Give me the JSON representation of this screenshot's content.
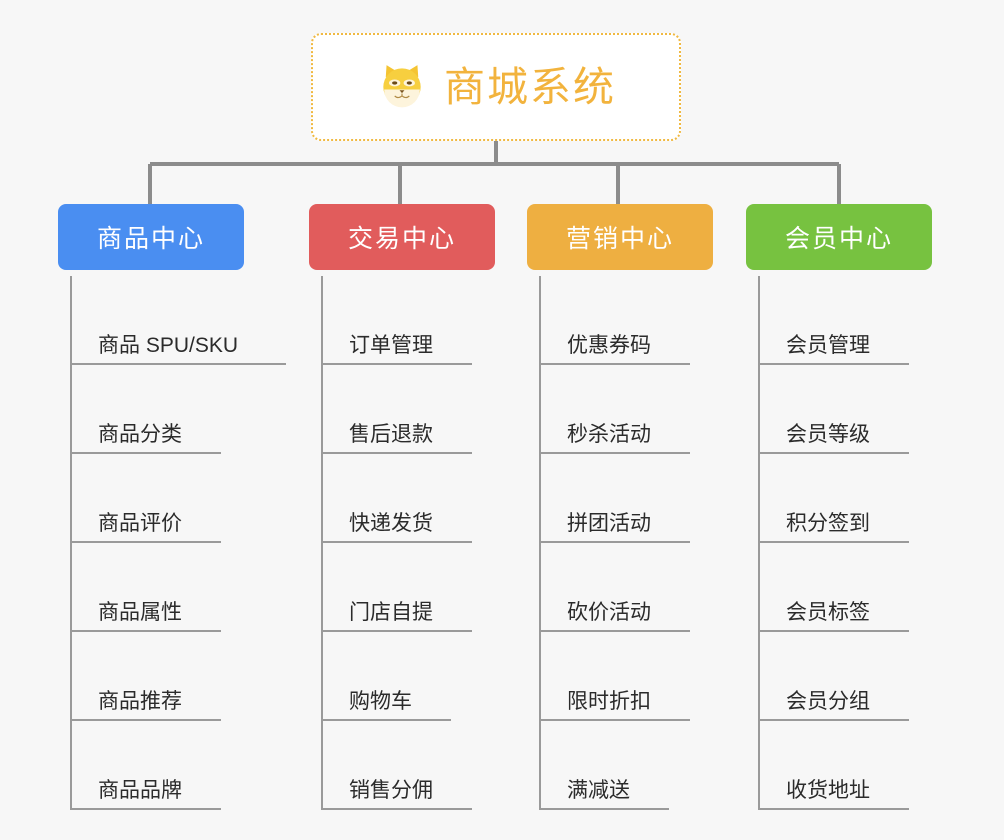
{
  "diagram": {
    "type": "mind-map",
    "background_color": "#f7f7f7",
    "root": {
      "title": "商城系统",
      "icon": "shiba-dog-face-icon",
      "border_color": "#f0b942",
      "text_color": "#f2b33d",
      "background_color": "#ffffff"
    },
    "connector_color": "#8c8c8c",
    "leaf_line_color": "#9a9a9a",
    "leaf_text_color": "#2b2b2b",
    "branches": [
      {
        "label": "商品中心",
        "color": "#4a8ef1",
        "items": [
          "商品 SPU/SKU",
          "商品分类",
          "商品评价",
          "商品属性",
          "商品推荐",
          "商品品牌"
        ]
      },
      {
        "label": "交易中心",
        "color": "#e15c5c",
        "items": [
          "订单管理",
          "售后退款",
          "快递发货",
          "门店自提",
          "购物车",
          "销售分佣"
        ]
      },
      {
        "label": "营销中心",
        "color": "#eeaf41",
        "items": [
          "优惠券码",
          "秒杀活动",
          "拼团活动",
          "砍价活动",
          "限时折扣",
          "满减送"
        ]
      },
      {
        "label": "会员中心",
        "color": "#77c240",
        "items": [
          "会员管理",
          "会员等级",
          "积分签到",
          "会员标签",
          "会员分组",
          "收货地址"
        ]
      }
    ]
  }
}
